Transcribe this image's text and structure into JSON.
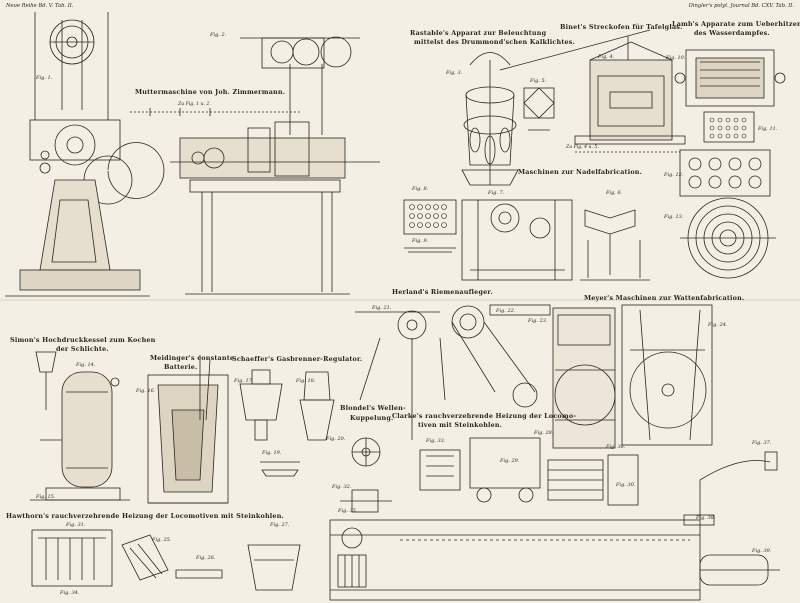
{
  "plate": {
    "header_left": "Neue Reihe Bd. V. Tab. II.",
    "header_right": "Dingler's polyt. Journal Bd. CXV. Tab. II."
  },
  "headings": {
    "muttermaschine": "Muttermaschine von Joh. Zimmermann.",
    "rastable_1": "Rastable's Apparat zur Beleuchtung",
    "rastable_2": "mittelst des Drummond'schen Kalklichtes.",
    "binet": "Binet's Streckofen für Tafelglas.",
    "lamb_1": "Lamb's Apparate zum Ueberhitzen",
    "lamb_2": "des Wasserdampfes.",
    "nadel": "Maschinen zur Nadelfabrication.",
    "herland": "Herland's Riemenaufleger.",
    "meyer": "Meyer's Maschinen zur Wattenfabrication.",
    "simon_1": "Simon's Hochdruckkessel zum Kochen",
    "simon_2": "der Schlichte.",
    "meidinger_1": "Meidinger's constante",
    "meidinger_2": "Batterie.",
    "schaeffer": "Schaeffer's Gasbrenner-Regulator.",
    "blondel_1": "Blondel's Wellen-",
    "blondel_2": "Kuppelung.",
    "clarke_1": "Clarke's rauchverzehrende Heizung der Locomo-",
    "clarke_2": "tiven mit Steinkohlen.",
    "hawthorn": "Hawthorn's rauchverzehrende Heizung der Locomotiven mit Steinkohlen."
  },
  "figures": {
    "f1": "Fig. 1.",
    "f2": "Fig. 2.",
    "f3": "Fig. 3.",
    "f4": "Fig. 4.",
    "f5": "Fig. 5.",
    "f6": "Fig. 6.",
    "f7": "Fig. 7.",
    "f8": "Fig. 8.",
    "f9": "Fig. 9.",
    "f10": "Fig. 10.",
    "f11": "Fig. 11.",
    "f12": "Fig. 12.",
    "f13": "Fig. 13.",
    "f14": "Fig. 14.",
    "f15": "Fig. 15.",
    "f16": "Fig. 16.",
    "f17": "Fig. 17.",
    "f18": "Fig. 18.",
    "f19": "Fig. 19.",
    "f20": "Fig. 20.",
    "f21": "Fig. 21.",
    "f22": "Fig. 22.",
    "f23": "Fig. 23.",
    "f24": "Fig. 24.",
    "f25": "Fig. 25.",
    "f26": "Fig. 26.",
    "f27": "Fig. 27.",
    "f28": "Fig. 28.",
    "f29": "Fig. 29.",
    "f30": "Fig. 30.",
    "f31": "Fig. 31.",
    "f32": "Fig. 32.",
    "f33": "Fig. 33.",
    "f34": "Fig. 34.",
    "f35": "Fig. 35.",
    "f36": "Fig. 36.",
    "f37": "Fig. 37.",
    "f38": "Fig. 38.",
    "f39": "Fig. 39."
  },
  "scale_notes": {
    "zimmermann": "Zu Fig. 1 u. 2.",
    "binet": "Zu Fig. 4 u. 5."
  },
  "colors": {
    "paper": "#f3efe4",
    "ink": "#2a2620"
  }
}
